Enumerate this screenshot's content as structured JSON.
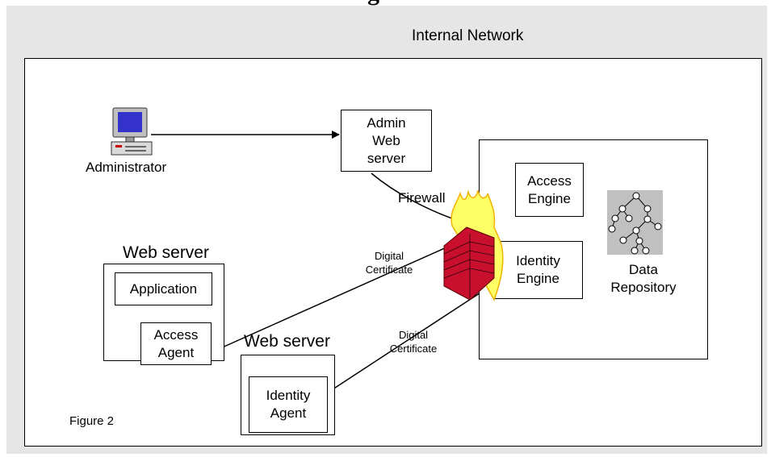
{
  "figure": {
    "title_fragment": "g",
    "network_label": "Internal Network",
    "figure_label": "Figure 2"
  },
  "nodes": {
    "administrator": "Administrator",
    "admin_web_server": "Admin\nWeb\nserver",
    "firewall": "Firewall",
    "access_engine": "Access\nEngine",
    "identity_engine": "Identity\nEngine",
    "data_repository": "Data\nRepository",
    "web_server_1": "Web server",
    "application": "Application",
    "access_agent": "Access\nAgent",
    "web_server_2": "Web server",
    "identity_agent": "Identity\nAgent"
  },
  "edge_labels": {
    "digital_certificate_1": "Digital\nCertificate",
    "digital_certificate_2": "Digital\nCertificate"
  },
  "colors": {
    "panel_bg": "#e6e6e6",
    "firewall_brick": "#c8102e",
    "firewall_flame": "#ffff66",
    "repository_bg": "#c0c0c0"
  }
}
